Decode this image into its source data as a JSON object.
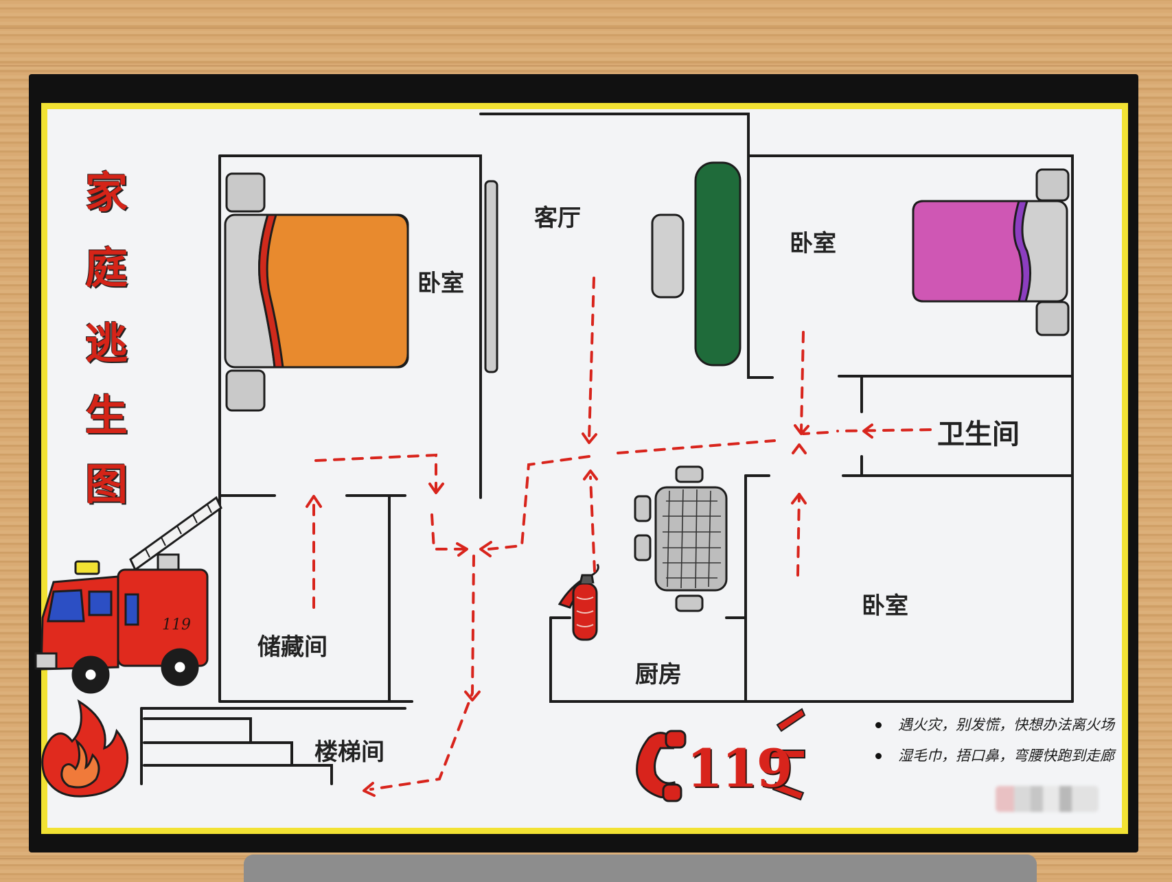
{
  "poster": {
    "title_chars": [
      "家",
      "庭",
      "逃",
      "生",
      "图"
    ],
    "rooms": {
      "bedroom_left": "卧室",
      "living_room": "客厅",
      "bedroom_right_top": "卧室",
      "bathroom": "卫生间",
      "storage": "储藏间",
      "kitchen": "厨房",
      "bedroom_right_bottom": "卧室",
      "stairwell": "楼梯间"
    },
    "tips": [
      "遇火灾，别发慌，快想办法离火场",
      "湿毛巾，捂口鼻，弯腰快跑到走廊"
    ],
    "emergency_number": "119",
    "truck_number": "119"
  },
  "colors": {
    "title_red": "#d52418",
    "route_red": "#d8241c",
    "paper_border": "#f2e233",
    "bed_left_cover": "#e88a2e",
    "bed_right_cover": "#cf57b4",
    "sofa": "#1f6b3a",
    "wall": "#1c1c1c"
  },
  "icons": [
    "fire-truck-icon",
    "flame-icon",
    "fire-extinguisher-icon",
    "phone-icon",
    "bed-icon",
    "sofa-icon",
    "dining-table-icon",
    "stairs-icon"
  ]
}
